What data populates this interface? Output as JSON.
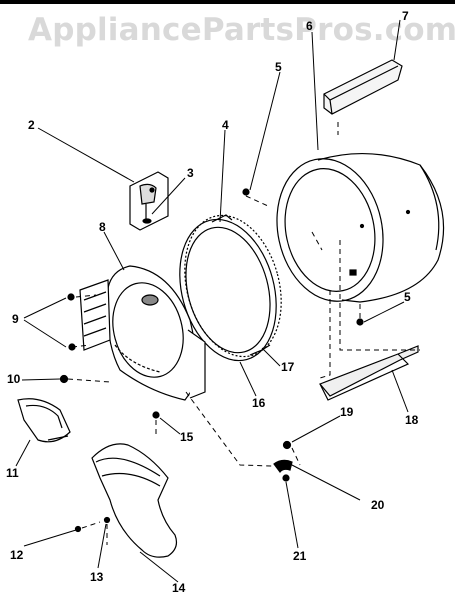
{
  "watermark": "AppliancePartsPros.com",
  "callouts": [
    {
      "id": "c1",
      "label": "7"
    },
    {
      "id": "c2",
      "label": "6"
    },
    {
      "id": "c3",
      "label": "5"
    },
    {
      "id": "c4",
      "label": "2"
    },
    {
      "id": "c5",
      "label": "4"
    },
    {
      "id": "c6",
      "label": "3"
    },
    {
      "id": "c7",
      "label": "8"
    },
    {
      "id": "c8",
      "label": "9"
    },
    {
      "id": "c9",
      "label": "5"
    },
    {
      "id": "c10",
      "label": "10"
    },
    {
      "id": "c11",
      "label": "17"
    },
    {
      "id": "c12",
      "label": "16"
    },
    {
      "id": "c13",
      "label": "15"
    },
    {
      "id": "c14",
      "label": "11"
    },
    {
      "id": "c15",
      "label": "19"
    },
    {
      "id": "c16",
      "label": "18"
    },
    {
      "id": "c17",
      "label": "20"
    },
    {
      "id": "c18",
      "label": "12"
    },
    {
      "id": "c19",
      "label": "13"
    },
    {
      "id": "c20",
      "label": "14"
    },
    {
      "id": "c21",
      "label": "21"
    }
  ]
}
